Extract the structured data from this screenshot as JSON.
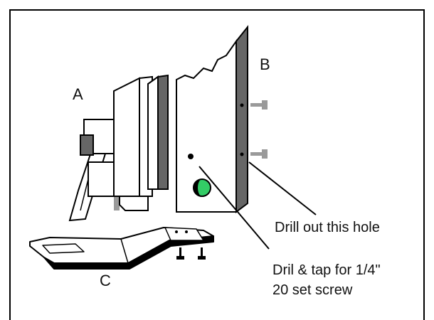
{
  "labels": {
    "part_a": "A",
    "part_b": "B",
    "part_c": "C"
  },
  "callouts": {
    "drill_out": "Drill out this hole",
    "drill_tap_line1": "Dril & tap for 1/4\"",
    "drill_tap_line2": "20 set screw"
  },
  "colors": {
    "outline": "#000000",
    "dark_gray": "#666666",
    "mid_gray": "#9a9a9a",
    "light_gray": "#c8c8c8",
    "green": "#33cc66"
  }
}
